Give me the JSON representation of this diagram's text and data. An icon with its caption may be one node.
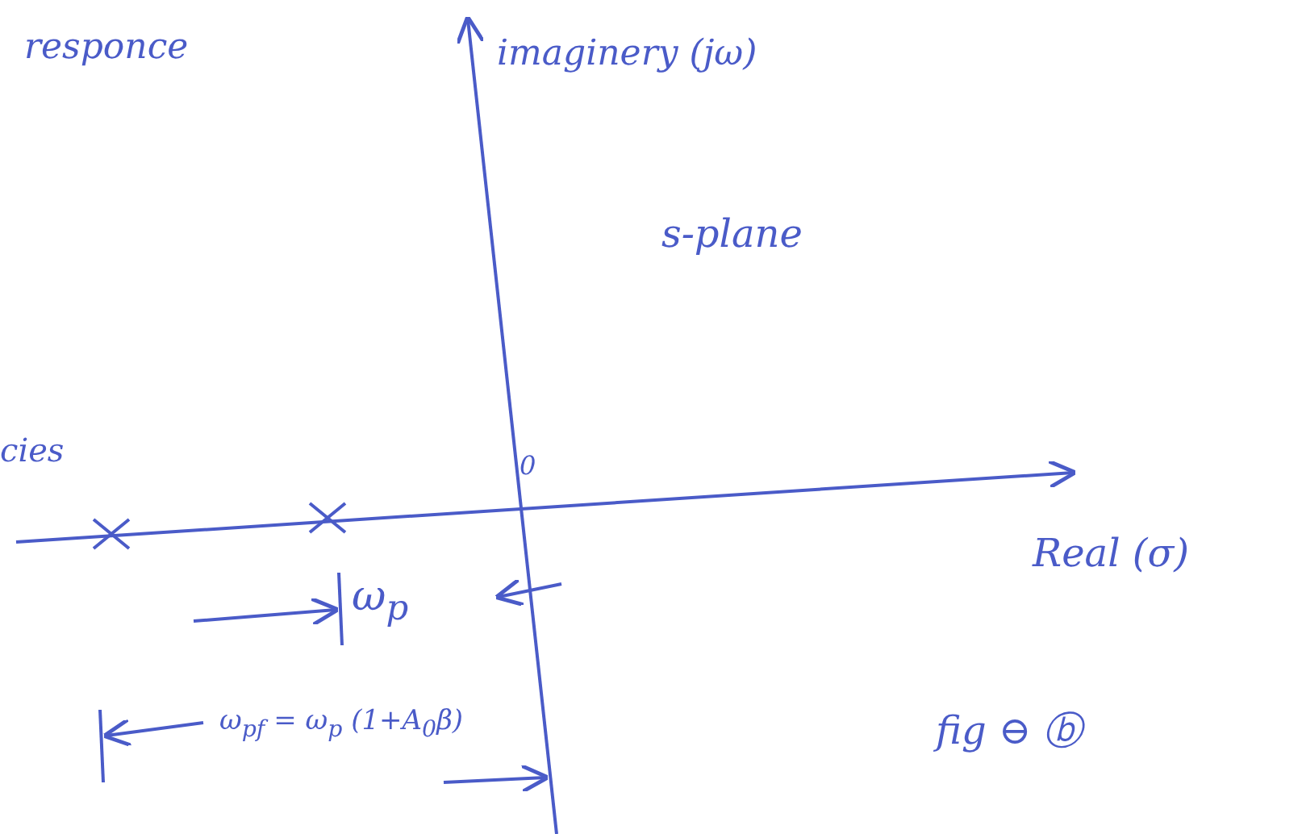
{
  "diagram": {
    "labels": [
      "responce",
      "imaginery (jω)",
      "s-plane",
      "cies",
      "0",
      "Real (σ)",
      "ω$_{p}$",
      "ω$_{pf}$ = ω$_{p}$ (1+A$_{0}$β)",
      "fig ⊖ ⓑ"
    ]
  }
}
